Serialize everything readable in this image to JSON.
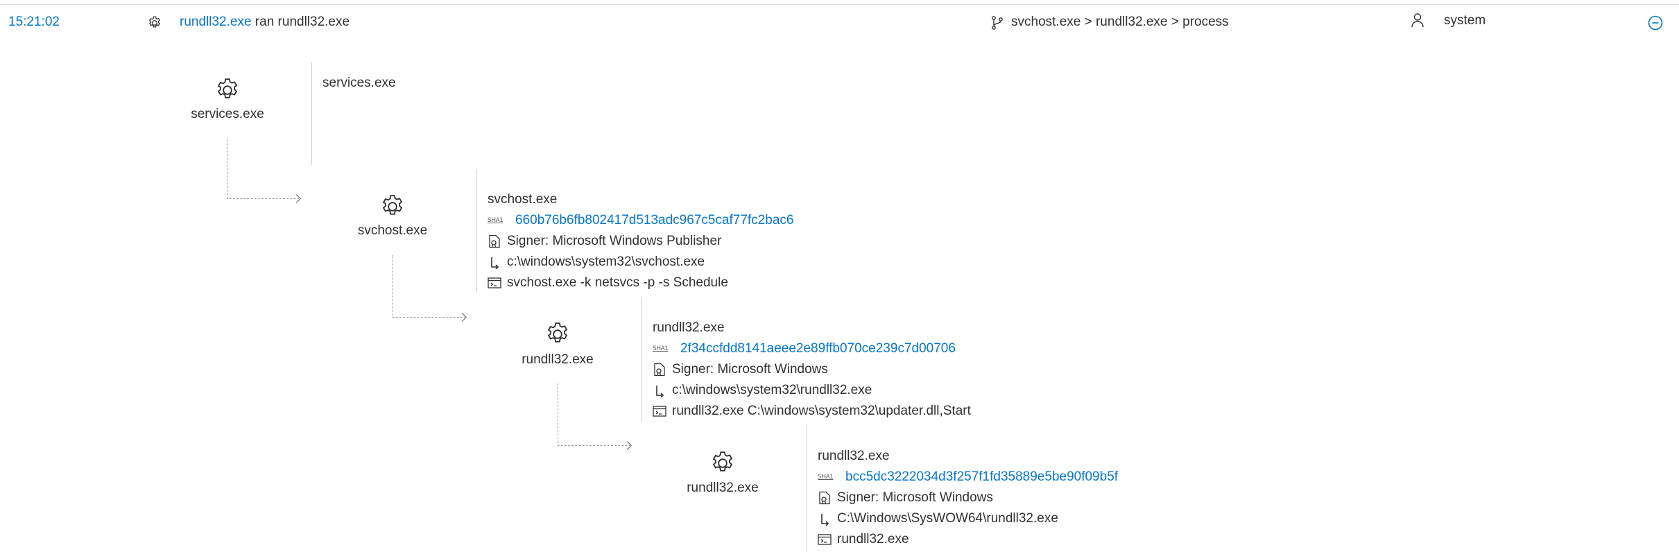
{
  "header": {
    "time": "15:21:02",
    "actor": "rundll32.exe",
    "action_rest": " ran rundll32.exe",
    "path": "svchost.exe > rundll32.exe > process",
    "user": "system",
    "icons": {
      "gear": "gear-icon",
      "branch": "branch-icon",
      "user": "user-icon",
      "collapse": "collapse-minus-icon"
    }
  },
  "tree": {
    "nodes": [
      {
        "label": "services.exe",
        "detail_title": "services.exe"
      },
      {
        "label": "svchost.exe",
        "detail_title": "svchost.exe",
        "hash_tag": "SHA1",
        "hash": "660b76b6fb802417d513adc967c5caf77fc2bac6",
        "signer": "Signer: Microsoft Windows Publisher",
        "path": "c:\\windows\\system32\\svchost.exe",
        "cmd": "svchost.exe -k netsvcs -p -s Schedule"
      },
      {
        "label": "rundll32.exe",
        "detail_title": "rundll32.exe",
        "hash_tag": "SHA1",
        "hash": "2f34ccfdd8141aeee2e89ffb070ce239c7d00706",
        "signer": "Signer: Microsoft Windows",
        "path": "c:\\windows\\system32\\rundll32.exe",
        "cmd": "rundll32.exe C:\\windows\\system32\\updater.dll,Start"
      },
      {
        "label": "rundll32.exe",
        "detail_title": "rundll32.exe",
        "hash_tag": "SHA1",
        "hash": "bcc5dc3222034d3f257f1fd35889e5be90f09b5f",
        "signer": "Signer: Microsoft Windows",
        "path": "C:\\Windows\\SysWOW64\\rundll32.exe",
        "cmd": "rundll32.exe"
      }
    ]
  },
  "colors": {
    "link": "#0078d4",
    "text": "#323130",
    "divider": "#d2d0ce"
  }
}
